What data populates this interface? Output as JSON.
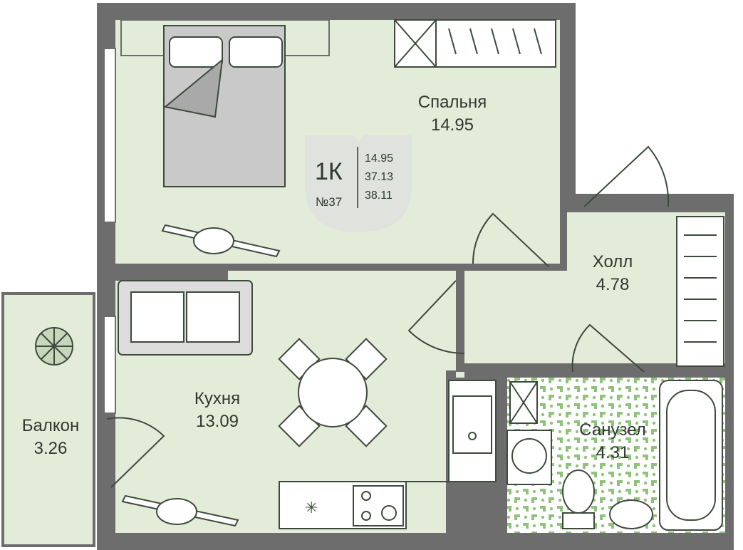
{
  "apartment": {
    "type": "1К",
    "number": "№37",
    "areas": [
      "14.95",
      "37.13",
      "38.11"
    ]
  },
  "rooms": {
    "bedroom": {
      "name": "Спальня",
      "area": "14.95"
    },
    "hall": {
      "name": "Холл",
      "area": "4.78"
    },
    "kitchen": {
      "name": "Кухня",
      "area": "13.09"
    },
    "balcony": {
      "name": "Балкон",
      "area": "3.26"
    },
    "bathroom": {
      "name": "Санузел",
      "area": "4.31"
    }
  },
  "colors": {
    "wall": "#6d6d6d",
    "floor": "#e3ecd9",
    "tile": "#8fc27a",
    "furniture_stroke": "#3d4a3d",
    "badge": "#dfe2dd",
    "text": "#2f3a2f"
  }
}
